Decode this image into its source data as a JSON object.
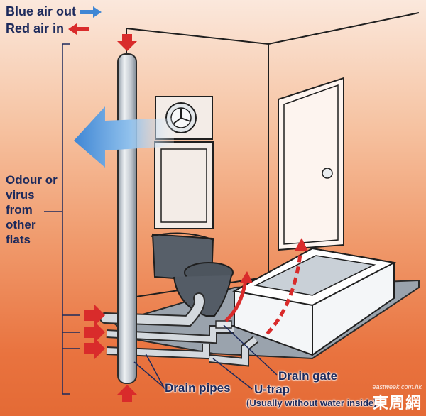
{
  "legend": {
    "blue_label": "Blue air out",
    "red_label": "Red air in",
    "blue_color": "#3f86d4",
    "red_color": "#d92b2b"
  },
  "labels": {
    "odour": "Odour or virus from other flats",
    "drain_pipes": "Drain pipes",
    "u_trap": "U-trap",
    "u_trap_note": "(Usually without water inside)",
    "drain_gate": "Drain gate"
  },
  "watermark": {
    "site": "eastweek.com.hk",
    "name": "東周網"
  },
  "colors": {
    "text_navy": "#1d2a5c",
    "background_top": "#fbe8dc",
    "background_bottom": "#e46a35"
  },
  "icons": [
    "arrow-right-icon",
    "arrow-left-icon",
    "exhaust-fan-icon",
    "door-knob-icon"
  ]
}
